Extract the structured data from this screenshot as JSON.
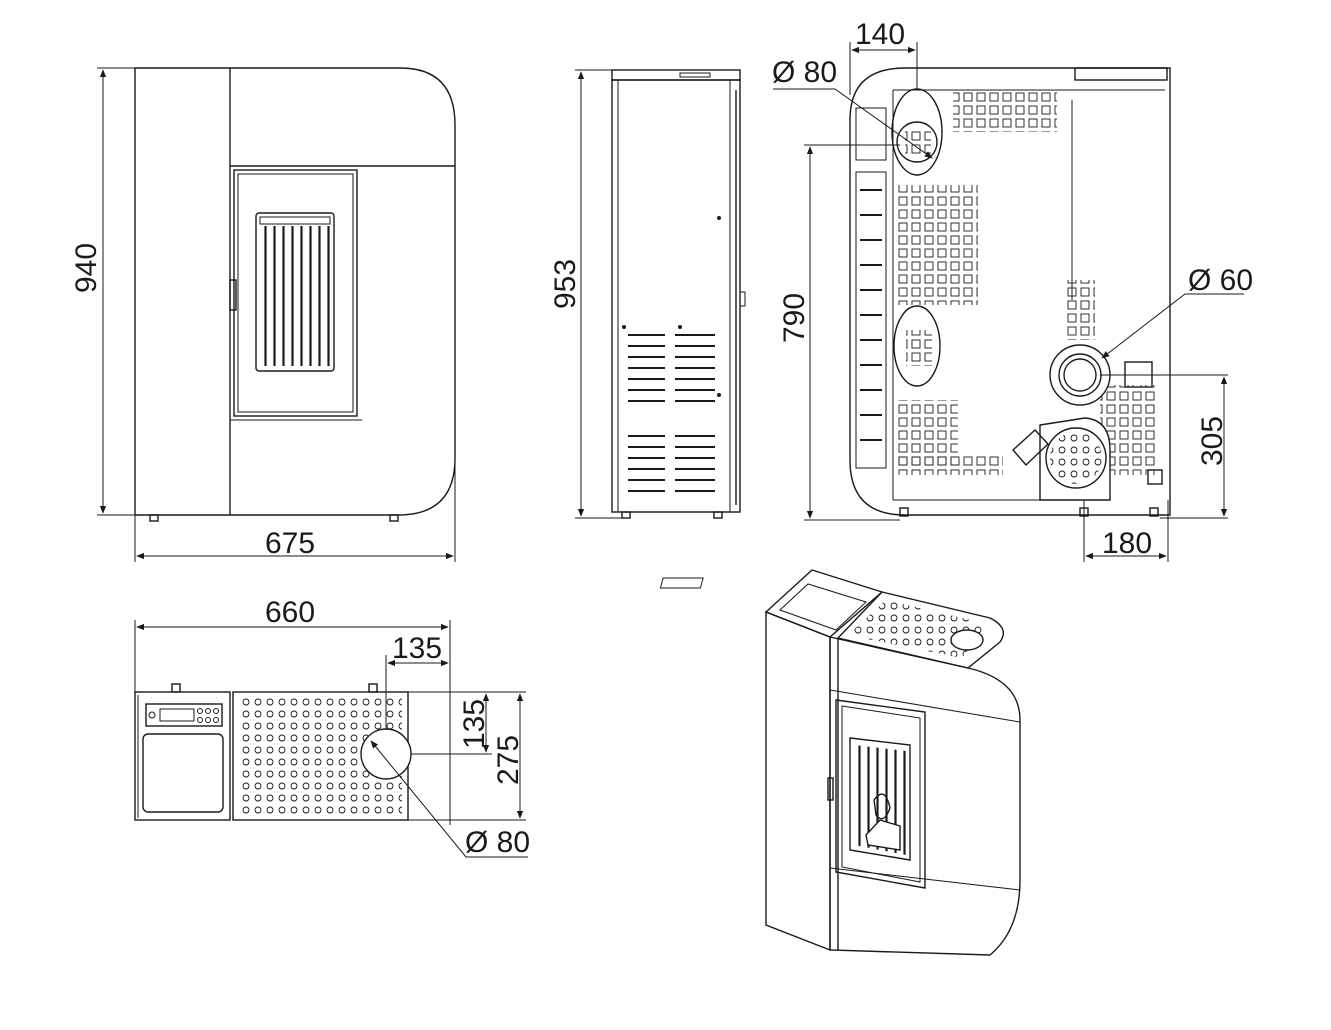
{
  "dimensions": {
    "front_height": "940",
    "front_width": "675",
    "side_height": "953",
    "rear_top_offset": "140",
    "rear_flue_diameter": "Ø 80",
    "rear_height": "790",
    "rear_air_diameter": "Ø 60",
    "rear_air_height": "305",
    "rear_air_offset": "180",
    "top_width": "660",
    "top_flue_x": "135",
    "top_flue_y": "135",
    "top_depth": "275",
    "top_flue_diameter": "Ø 80"
  }
}
